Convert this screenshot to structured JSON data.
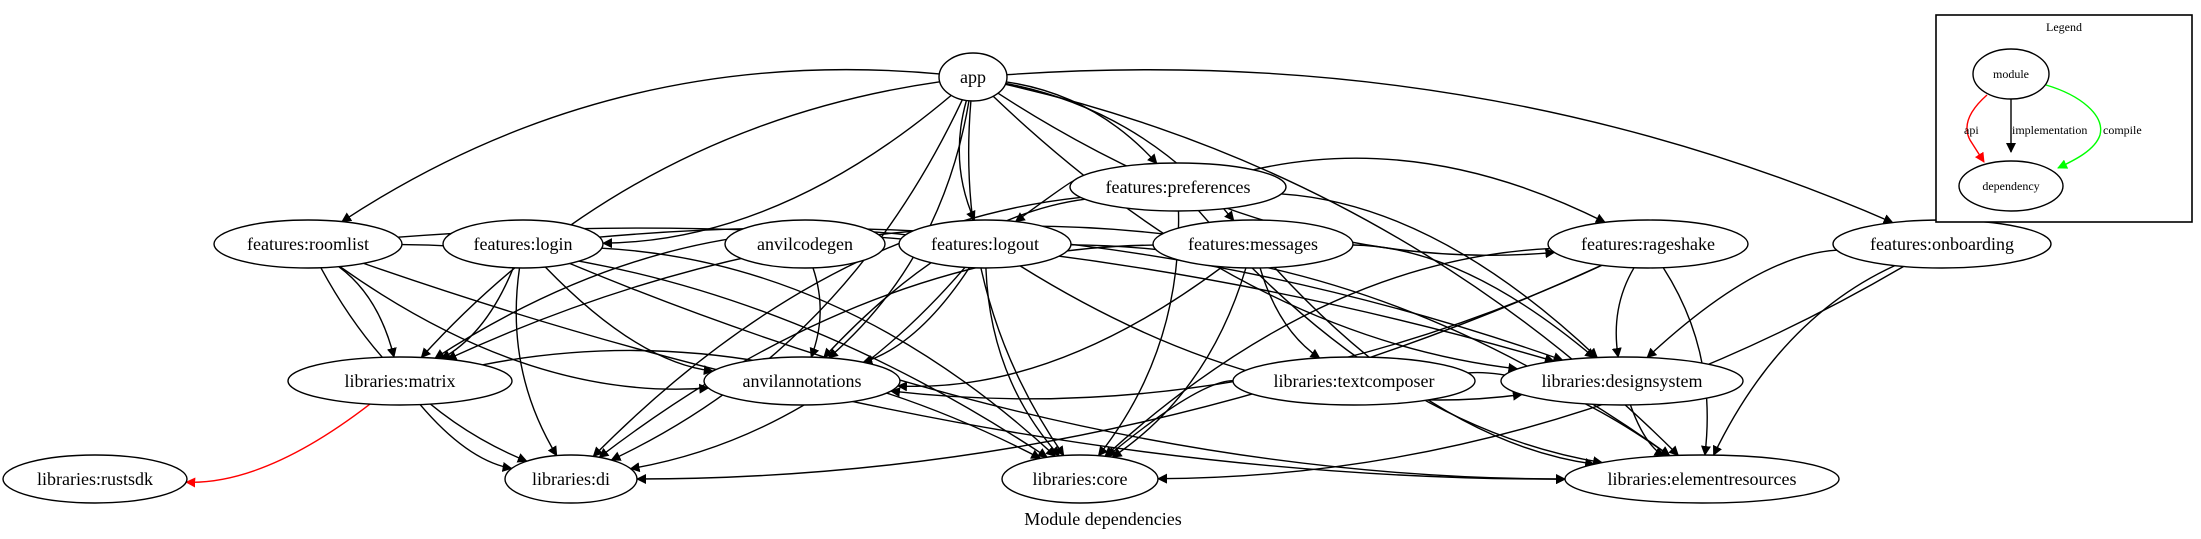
{
  "title": "Module dependencies",
  "legend": {
    "title": "Legend",
    "module_label": "module",
    "dependency_label": "dependency",
    "edges": [
      {
        "label": "api",
        "color": "#ff0000"
      },
      {
        "label": "implementation",
        "color": "#000000"
      },
      {
        "label": "compile",
        "color": "#00ff00"
      }
    ]
  },
  "colors": {
    "api": "#ff0000",
    "implementation": "#000000",
    "compile": "#00ff00"
  },
  "nodes": [
    {
      "id": "app",
      "label": "app"
    },
    {
      "id": "preferences",
      "label": "features:preferences"
    },
    {
      "id": "roomlist",
      "label": "features:roomlist"
    },
    {
      "id": "login",
      "label": "features:login"
    },
    {
      "id": "anvilcodegen",
      "label": "anvilcodegen"
    },
    {
      "id": "logout",
      "label": "features:logout"
    },
    {
      "id": "messages",
      "label": "features:messages"
    },
    {
      "id": "rageshake",
      "label": "features:rageshake"
    },
    {
      "id": "onboarding",
      "label": "features:onboarding"
    },
    {
      "id": "matrix",
      "label": "libraries:matrix"
    },
    {
      "id": "anvilannotations",
      "label": "anvilannotations"
    },
    {
      "id": "textcomposer",
      "label": "libraries:textcomposer"
    },
    {
      "id": "designsystem",
      "label": "libraries:designsystem"
    },
    {
      "id": "rustsdk",
      "label": "libraries:rustsdk"
    },
    {
      "id": "di",
      "label": "libraries:di"
    },
    {
      "id": "core",
      "label": "libraries:core"
    },
    {
      "id": "elementresources",
      "label": "libraries:elementresources"
    }
  ],
  "edges": [
    {
      "from": "app",
      "to": "preferences",
      "type": "implementation"
    },
    {
      "from": "app",
      "to": "roomlist",
      "type": "implementation"
    },
    {
      "from": "app",
      "to": "login",
      "type": "implementation"
    },
    {
      "from": "app",
      "to": "logout",
      "type": "implementation"
    },
    {
      "from": "app",
      "to": "messages",
      "type": "implementation"
    },
    {
      "from": "app",
      "to": "rageshake",
      "type": "implementation"
    },
    {
      "from": "app",
      "to": "onboarding",
      "type": "implementation"
    },
    {
      "from": "app",
      "to": "matrix",
      "type": "implementation"
    },
    {
      "from": "app",
      "to": "anvilannotations",
      "type": "implementation"
    },
    {
      "from": "app",
      "to": "designsystem",
      "type": "implementation"
    },
    {
      "from": "app",
      "to": "di",
      "type": "implementation"
    },
    {
      "from": "app",
      "to": "core",
      "type": "implementation"
    },
    {
      "from": "app",
      "to": "elementresources",
      "type": "implementation"
    },
    {
      "from": "preferences",
      "to": "logout",
      "type": "implementation"
    },
    {
      "from": "preferences",
      "to": "rageshake",
      "type": "implementation"
    },
    {
      "from": "preferences",
      "to": "anvilannotations",
      "type": "implementation"
    },
    {
      "from": "preferences",
      "to": "designsystem",
      "type": "implementation"
    },
    {
      "from": "preferences",
      "to": "di",
      "type": "implementation"
    },
    {
      "from": "preferences",
      "to": "core",
      "type": "implementation"
    },
    {
      "from": "preferences",
      "to": "elementresources",
      "type": "implementation"
    },
    {
      "from": "roomlist",
      "to": "matrix",
      "type": "implementation"
    },
    {
      "from": "roomlist",
      "to": "anvilannotations",
      "type": "implementation"
    },
    {
      "from": "roomlist",
      "to": "designsystem",
      "type": "implementation"
    },
    {
      "from": "roomlist",
      "to": "di",
      "type": "implementation"
    },
    {
      "from": "roomlist",
      "to": "core",
      "type": "implementation"
    },
    {
      "from": "roomlist",
      "to": "elementresources",
      "type": "implementation"
    },
    {
      "from": "login",
      "to": "matrix",
      "type": "implementation"
    },
    {
      "from": "login",
      "to": "anvilannotations",
      "type": "implementation"
    },
    {
      "from": "login",
      "to": "designsystem",
      "type": "implementation"
    },
    {
      "from": "login",
      "to": "di",
      "type": "implementation"
    },
    {
      "from": "login",
      "to": "core",
      "type": "implementation"
    },
    {
      "from": "login",
      "to": "elementresources",
      "type": "implementation"
    },
    {
      "from": "anvilcodegen",
      "to": "anvilannotations",
      "type": "implementation"
    },
    {
      "from": "logout",
      "to": "matrix",
      "type": "implementation"
    },
    {
      "from": "logout",
      "to": "anvilannotations",
      "type": "implementation"
    },
    {
      "from": "logout",
      "to": "designsystem",
      "type": "implementation"
    },
    {
      "from": "logout",
      "to": "di",
      "type": "implementation"
    },
    {
      "from": "logout",
      "to": "core",
      "type": "implementation"
    },
    {
      "from": "logout",
      "to": "elementresources",
      "type": "implementation"
    },
    {
      "from": "messages",
      "to": "matrix",
      "type": "implementation"
    },
    {
      "from": "messages",
      "to": "anvilannotations",
      "type": "implementation"
    },
    {
      "from": "messages",
      "to": "textcomposer",
      "type": "implementation"
    },
    {
      "from": "messages",
      "to": "designsystem",
      "type": "implementation"
    },
    {
      "from": "messages",
      "to": "di",
      "type": "implementation"
    },
    {
      "from": "messages",
      "to": "core",
      "type": "implementation"
    },
    {
      "from": "messages",
      "to": "elementresources",
      "type": "implementation"
    },
    {
      "from": "rageshake",
      "to": "anvilannotations",
      "type": "implementation"
    },
    {
      "from": "rageshake",
      "to": "designsystem",
      "type": "implementation"
    },
    {
      "from": "rageshake",
      "to": "di",
      "type": "implementation"
    },
    {
      "from": "rageshake",
      "to": "core",
      "type": "implementation"
    },
    {
      "from": "rageshake",
      "to": "elementresources",
      "type": "implementation"
    },
    {
      "from": "onboarding",
      "to": "designsystem",
      "type": "implementation"
    },
    {
      "from": "onboarding",
      "to": "core",
      "type": "implementation"
    },
    {
      "from": "onboarding",
      "to": "elementresources",
      "type": "implementation"
    },
    {
      "from": "matrix",
      "to": "rustsdk",
      "type": "api"
    },
    {
      "from": "matrix",
      "to": "di",
      "type": "implementation"
    },
    {
      "from": "matrix",
      "to": "core",
      "type": "implementation"
    },
    {
      "from": "textcomposer",
      "to": "core",
      "type": "implementation"
    },
    {
      "from": "textcomposer",
      "to": "elementresources",
      "type": "implementation"
    },
    {
      "from": "designsystem",
      "to": "elementresources",
      "type": "implementation"
    }
  ]
}
